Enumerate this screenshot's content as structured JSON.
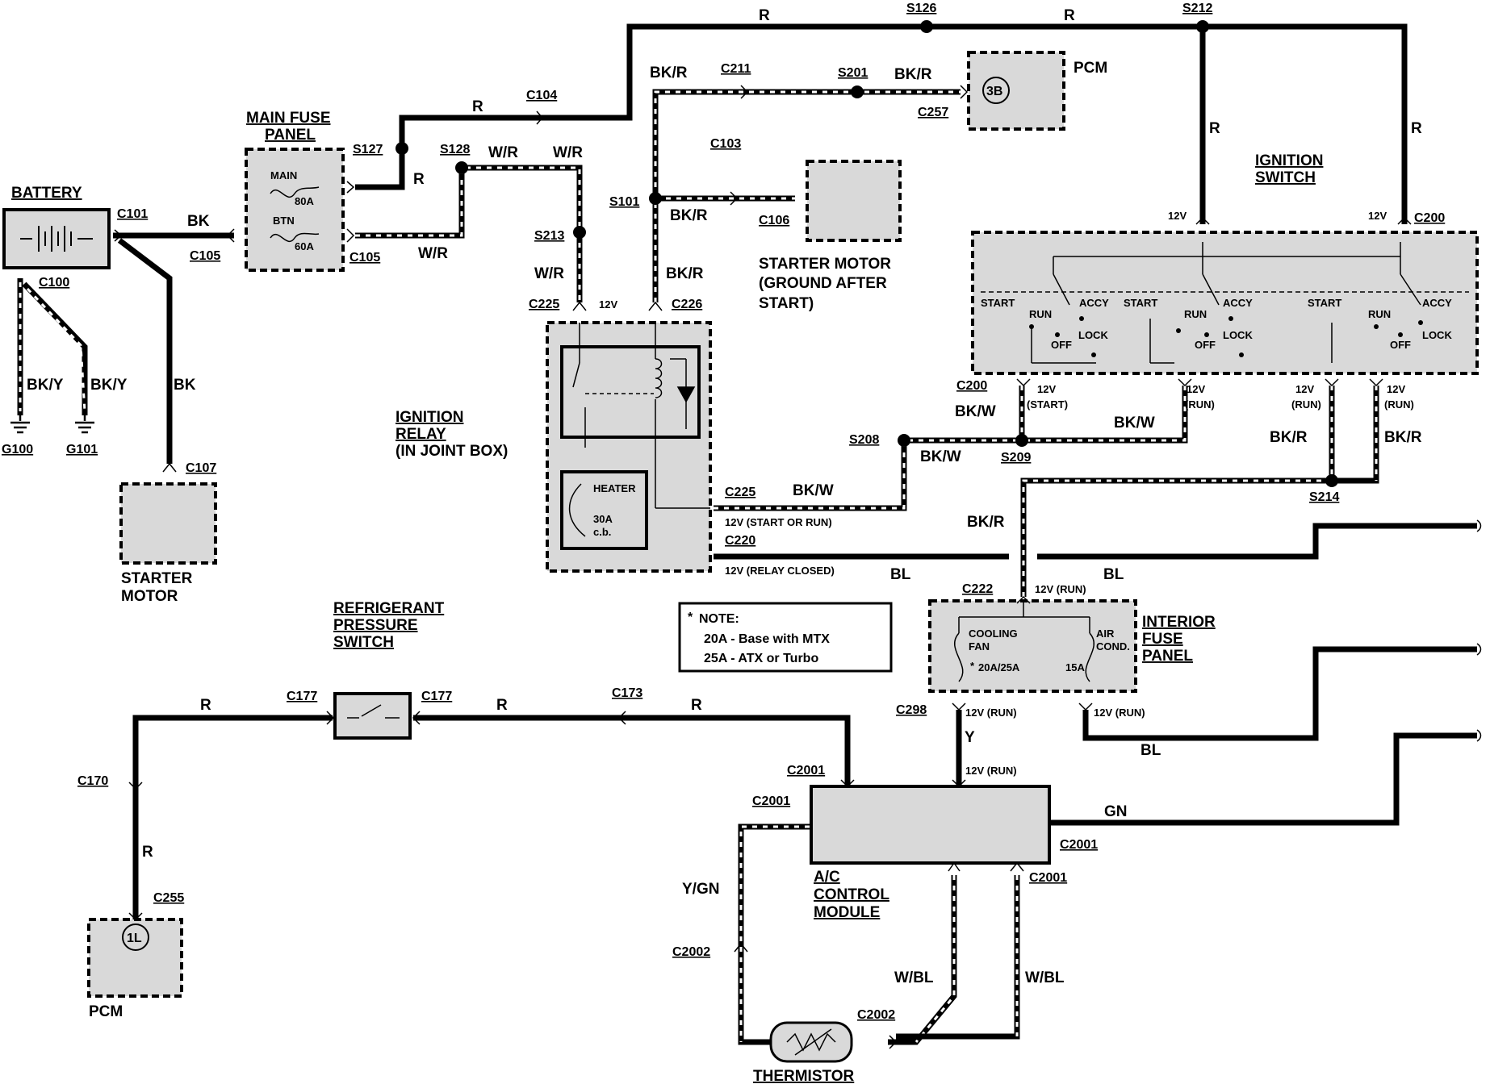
{
  "components": {
    "battery": "BATTERY",
    "main_fuse_panel": [
      "MAIN FUSE",
      "PANEL"
    ],
    "main_fuse": "MAIN",
    "main_fuse_rating": "80A",
    "btn_fuse": "BTN",
    "btn_fuse_rating": "60A",
    "pcm_top": "PCM",
    "pcm_top_pin": "3B",
    "starter_motor_ground": [
      "STARTER MOTOR",
      "(GROUND AFTER",
      "START)"
    ],
    "starter_motor": [
      "STARTER",
      "MOTOR"
    ],
    "ignition_switch": [
      "IGNITION",
      "SWITCH"
    ],
    "ignition_relay": [
      "IGNITION",
      "RELAY",
      "(IN JOINT BOX)"
    ],
    "heater": "HEATER",
    "heater_rating": [
      "30A",
      "c.b."
    ],
    "refrigerant_switch": [
      "REFRIGERANT",
      "PRESSURE",
      "SWITCH"
    ],
    "interior_fuse_panel": [
      "INTERIOR",
      "FUSE",
      "PANEL"
    ],
    "cooling_fan": [
      "COOLING",
      "FAN"
    ],
    "cooling_fan_rating": "20A/25A",
    "air_cond": [
      "AIR",
      "COND."
    ],
    "air_cond_rating": "15A",
    "ac_module": [
      "A/C",
      "CONTROL",
      "MODULE"
    ],
    "thermistor": "THERMISTOR",
    "pcm_bottom": "PCM",
    "pcm_bottom_pin": "1L",
    "ground_g100": "G100",
    "ground_g101": "G101"
  },
  "switch_positions": {
    "start": "START",
    "run": "RUN",
    "accy": "ACCY",
    "off": "OFF",
    "lock": "LOCK"
  },
  "note": {
    "title": "NOTE:",
    "lines": [
      "20A - Base with MTX",
      "25A - ATX or Turbo"
    ]
  },
  "connectors": {
    "c101": "C101",
    "c100": "C100",
    "c105a": "C105",
    "c105b": "C105",
    "c107": "C107",
    "c104": "C104",
    "c211": "C211",
    "c257": "C257",
    "c103": "C103",
    "c106": "C106",
    "c225a": "C225",
    "c226": "C226",
    "c225b": "C225",
    "c220": "C220",
    "c200a": "C200",
    "c200b": "C200",
    "c222": "C222",
    "c298": "C298",
    "c177a": "C177",
    "c177b": "C177",
    "c173": "C173",
    "c170": "C170",
    "c255": "C255",
    "c2001a": "C2001",
    "c2001b": "C2001",
    "c2001c": "C2001",
    "c2001d": "C2001",
    "c2002a": "C2002",
    "c2002b": "C2002"
  },
  "splices": {
    "s127": "S127",
    "s128": "S128",
    "s126": "S126",
    "s212": "S212",
    "s201": "S201",
    "s101": "S101",
    "s213": "S213",
    "s208": "S208",
    "s209": "S209",
    "s214": "S214"
  },
  "wires": {
    "bk": "BK",
    "bk_y": "BK/Y",
    "r": "R",
    "w_r": "W/R",
    "bk_r": "BK/R",
    "bk_w": "BK/W",
    "bl": "BL",
    "y": "Y",
    "gn": "GN",
    "y_gn": "Y/GN",
    "w_bl": "W/BL"
  },
  "voltages": {
    "v12": "12V",
    "v12_start": "(START)",
    "v12_run": "(RUN)",
    "v12_run_full": "12V (RUN)",
    "start_or_run": "12V (START OR RUN)",
    "relay_closed": "12V (RELAY CLOSED)"
  }
}
